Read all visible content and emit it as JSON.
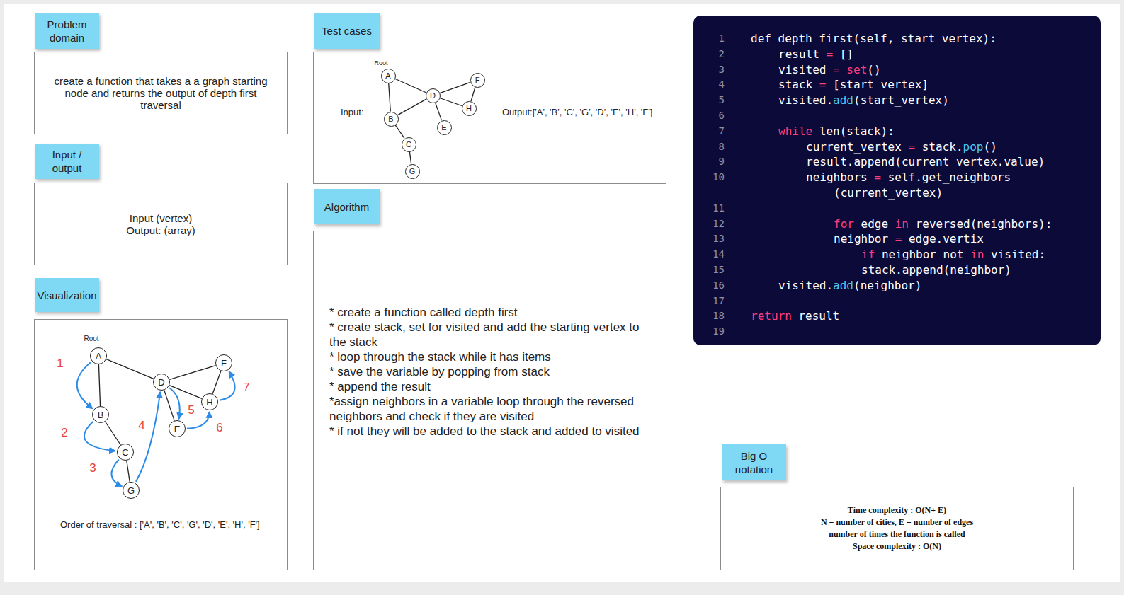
{
  "diagram": {
    "nodes": [
      {
        "text": [
          "Problem domain"
        ]
      },
      {
        "text": [
          "create a function that takes a a graph starting node and returns the output of depth first traversal"
        ]
      },
      {
        "text": [
          "Input / output"
        ]
      },
      {
        "text": [
          "Input (vertex)",
          "Output: (array)"
        ]
      },
      {
        "text": [
          "Visualization"
        ]
      },
      {
        "text": [
          "Order of traversal : ['A', 'B', 'C', 'G', 'D', 'E', 'H', 'F']"
        ]
      },
      {
        "text": [
          "A"
        ],
        "in": 5
      },
      {
        "text": [
          "B"
        ],
        "in": 5
      },
      {
        "text": [
          "C"
        ],
        "in": 5
      },
      {
        "text": [
          "G"
        ],
        "in": 5
      },
      {
        "text": [
          "D"
        ],
        "in": 5
      },
      {
        "text": [
          "E"
        ],
        "in": 5
      },
      {
        "text": [
          "H"
        ],
        "in": 5
      },
      {
        "text": [
          "F"
        ],
        "in": 5
      },
      {
        "text": [
          "Test cases"
        ]
      },
      {
        "text": [
          "Input:",
          "Output:['A', 'B', 'C', 'G', 'D', 'E', 'H', 'F']"
        ]
      },
      {
        "text": [
          "A"
        ],
        "in": 15
      },
      {
        "text": [
          "B"
        ],
        "in": 15
      },
      {
        "text": [
          "C"
        ],
        "in": 15
      },
      {
        "text": [
          "G"
        ],
        "in": 15
      },
      {
        "text": [
          "D"
        ],
        "in": 15
      },
      {
        "text": [
          "E"
        ],
        "in": 15
      },
      {
        "text": [
          "H"
        ],
        "in": 15
      },
      {
        "text": [
          "F"
        ],
        "in": 15
      },
      {
        "text": [
          "Algorithm"
        ]
      },
      {
        "text": [
          "* create a function called depth first",
          "* create stack, set for visited and add the starting vertex to the stack",
          "* loop through the stack while it has items",
          "* save the variable by popping from stack",
          "* append the result",
          "*assign neighbors in a variable loop through the reversed neighbors and check if they are visited",
          "* if not they will be added to the stack and added to visited"
        ]
      },
      {
        "text": [
          "def depth_first(self, start_vertex):",
          "result = []",
          "visited = set()",
          "stack = [start_vertex]",
          "visited.add(start_vertex)",
          "while len(stack):",
          "current_vertex = stack.pop()",
          "result.append(current_vertex.value)",
          "neighbors = self.get_neighbors (current_vertex)",
          "for edge in reversed(neighbors):",
          "neighbor = edge.vertix",
          "if neighbor not in visited:",
          "stack.append(neighbor)",
          "visited.add(neighbor)",
          "return result"
        ]
      },
      {
        "text": [
          "Big O notation"
        ]
      },
      {
        "text": [
          "Time complexity : O(N+ E)",
          "N = number of cities, E = number of edges",
          "number of times the function is called",
          "Space complexity : O(N)"
        ]
      }
    ],
    "edges": [
      {
        "from": 6,
        "to": 7,
        "arrow": "none"
      },
      {
        "from": 6,
        "to": 10,
        "arrow": "none"
      },
      {
        "from": 7,
        "to": 8,
        "arrow": "none"
      },
      {
        "from": 8,
        "to": 9,
        "arrow": "none"
      },
      {
        "from": 10,
        "to": 11,
        "arrow": "none"
      },
      {
        "from": 10,
        "to": 13,
        "arrow": "none"
      },
      {
        "from": 10,
        "to": 12,
        "arrow": "none"
      },
      {
        "from": 12,
        "to": 13,
        "arrow": "none"
      },
      {
        "from": 6,
        "to": 7,
        "arrow": "to"
      },
      {
        "from": 7,
        "to": 8,
        "arrow": "to"
      },
      {
        "from": 8,
        "to": 9,
        "arrow": "to"
      },
      {
        "from": 9,
        "to": 10,
        "arrow": "to"
      },
      {
        "from": 10,
        "to": 11,
        "arrow": "to"
      },
      {
        "from": 11,
        "to": 12,
        "arrow": "to"
      },
      {
        "from": 12,
        "to": 13,
        "arrow": "to"
      },
      {
        "from": 16,
        "to": 17,
        "arrow": "none"
      },
      {
        "from": 16,
        "to": 20,
        "arrow": "none"
      },
      {
        "from": 17,
        "to": 20,
        "arrow": "none"
      },
      {
        "from": 17,
        "to": 18,
        "arrow": "none"
      },
      {
        "from": 18,
        "to": 19,
        "arrow": "none"
      },
      {
        "from": 20,
        "to": 21,
        "arrow": "none"
      },
      {
        "from": 20,
        "to": 23,
        "arrow": "none"
      },
      {
        "from": 20,
        "to": 22,
        "arrow": "none"
      },
      {
        "from": 22,
        "to": 23,
        "arrow": "none"
      }
    ],
    "labels": [
      "Root",
      "Root",
      "1",
      "2",
      "3",
      "4",
      "5",
      "6",
      "7",
      "1",
      "2",
      "3",
      "4",
      "5",
      "6",
      "7",
      "8",
      "9",
      "10",
      "11",
      "12",
      "13",
      "14",
      "15",
      "16",
      "17",
      "18",
      "19"
    ]
  }
}
